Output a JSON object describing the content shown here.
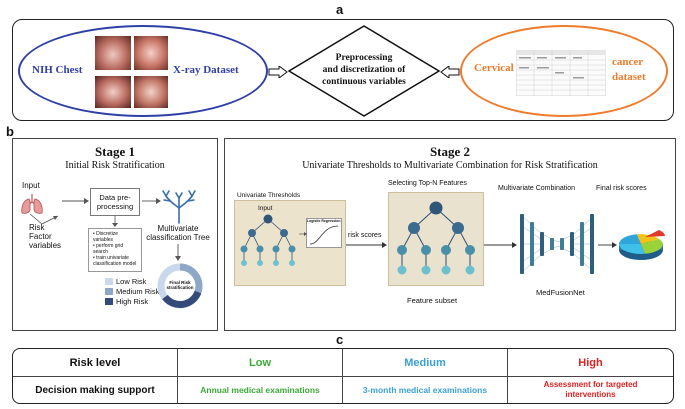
{
  "panel_a": {
    "letter": "a",
    "left_dataset": {
      "line1": "NIH Chest",
      "line2": "X-ray Dataset"
    },
    "center_box": {
      "line1": "Preprocessing",
      "line2": "and discretization of",
      "line3": "continuous variables"
    },
    "right_dataset": {
      "line1": "Cervical",
      "line2": "cancer",
      "line3": "dataset"
    }
  },
  "panel_b": {
    "letter": "b",
    "stage1": {
      "title": "Stage 1",
      "subtitle": "Initial Risk Stratification",
      "input": "Input",
      "risk_factor": "Risk\nFactor\nvariables",
      "data_pre": "Data pre-\nprocessing",
      "bullets": [
        "Discretize variables",
        "perform grid search",
        "train univariate classification model"
      ],
      "tree_label": "Multivariate\nclassification Tree",
      "legend": [
        "Low Risk",
        "Medium Risk",
        "High Risk"
      ],
      "final_risk": "Final Risk\nstratification"
    },
    "stage2": {
      "title": "Stage 2",
      "subtitle": "Univariate Thresholds to Multivariate Combination for Risk Stratification",
      "univariate_thresholds": "Univariate Thresholds",
      "input": "Input",
      "logistic_regression": "Logistic Regression",
      "risk_scores": "risk scores",
      "selecting_top_n": "Selecting Top-N Features",
      "feature_subset": "Feature subset",
      "multivariate_combination": "Multivariate Combination",
      "final_risk_scores": "Final risk scores",
      "medfusionnet": "MedFusionNet"
    }
  },
  "panel_c": {
    "letter": "c",
    "row1": {
      "header": "Risk level",
      "low": "Low",
      "medium": "Medium",
      "high": "High"
    },
    "row2": {
      "header": "Decision making support",
      "low": "Annual medical examinations",
      "medium": "3-month medical examinations",
      "high": "Assessment for targeted\ninterventions"
    }
  },
  "colors": {
    "low": "#3aaa35",
    "medium": "#3a9fd6",
    "high": "#e02020",
    "nih_ellipse": "#2f3fa8",
    "cervical_ellipse": "#ef7b2c"
  }
}
